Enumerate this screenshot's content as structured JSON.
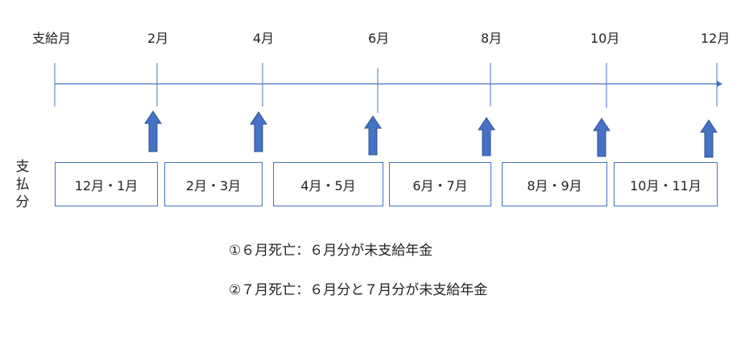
{
  "timeline": {
    "start_label": "支給月",
    "months": [
      "2月",
      "4月",
      "6月",
      "8月",
      "10月",
      "12月"
    ]
  },
  "payment_label": [
    "支",
    "払",
    "分"
  ],
  "periods": [
    "12月・1月",
    "2月・3月",
    "4月・5月",
    "6月・7月",
    "8月・9月",
    "10月・11月"
  ],
  "notes": [
    "①６月死亡：６月分が未支給年金",
    "②７月死亡：６月分と７月分が未支給年金"
  ],
  "colors": {
    "line": "#4472c4",
    "arrow": "#4472c4",
    "box_border": "#4472c4"
  }
}
